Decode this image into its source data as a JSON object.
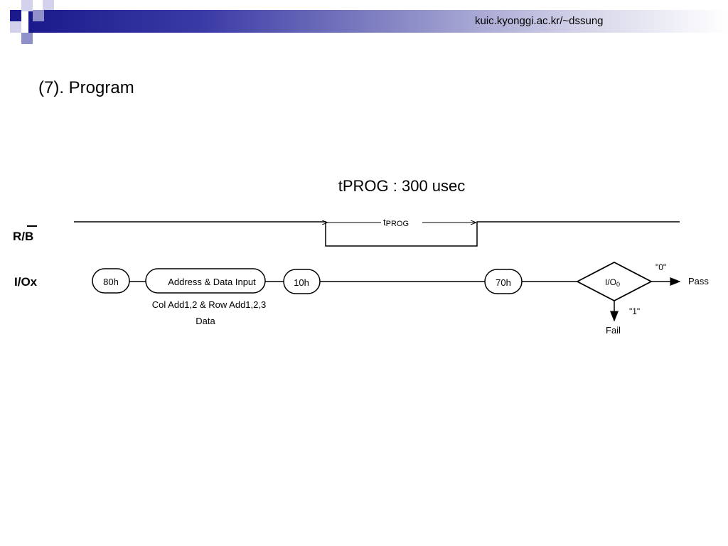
{
  "header": {
    "url": "kuic.kyonggi.ac.kr/~dssung"
  },
  "slide": {
    "title": "(7). Program"
  },
  "diagram": {
    "caption": "tPROG : 300 usec",
    "signal_rb": "R/B",
    "signal_io": "I/Ox",
    "tprog_prefix": "t",
    "tprog_sub": "PROG",
    "cmd_80h": "80h",
    "address_data_input": "Address & Data Input",
    "addr_note_line1": "Col Add1,2 & Row Add1,2,3",
    "addr_note_line2": "Data",
    "cmd_10h": "10h",
    "cmd_70h": "70h",
    "io_check_prefix": "I/O",
    "io_check_sub": "0",
    "zero_label": "\"0\"",
    "pass_label": "Pass",
    "one_label": "\"1\"",
    "fail_label": "Fail"
  },
  "colors": {
    "header_dark": "#1a1a8c",
    "deco_dark": "#1a1a8c",
    "deco_mid": "#8f8fc9",
    "deco_light": "#d2d2ec"
  }
}
